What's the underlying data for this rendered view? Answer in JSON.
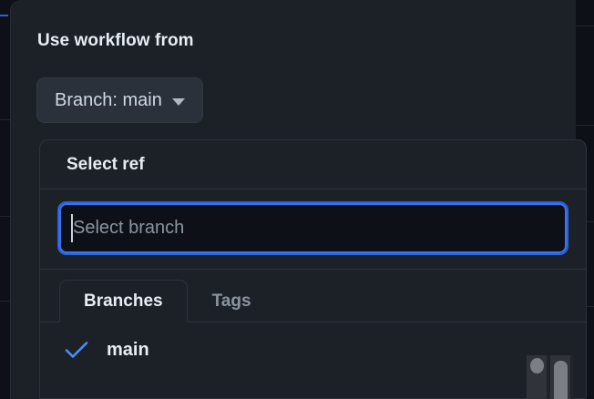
{
  "dialog": {
    "heading": "Use workflow from",
    "branch_button": {
      "label": "Branch: main",
      "caret_icon": "chevron-down-icon"
    }
  },
  "select_ref_popover": {
    "title": "Select ref",
    "search": {
      "value": "",
      "placeholder": "Select branch",
      "caret_visible": true
    },
    "tabs": [
      {
        "label": "Branches",
        "active": true
      },
      {
        "label": "Tags",
        "active": false
      }
    ],
    "refs": [
      {
        "label": "main",
        "selected": true,
        "check_icon": "check-icon"
      }
    ]
  },
  "scrollbars": {
    "vertical_thumb_icon": "scrollbar-thumb",
    "circle_thumb_icon": "scrollbar-thumb-circle"
  },
  "colors": {
    "dialog_bg": "#1c2128",
    "page_bg": "#0d1117",
    "border": "#2c333d",
    "button_bg": "#2b313a",
    "text_primary": "#e6edf3",
    "text_muted": "#8b949e",
    "accent_focus": "#3a74f0",
    "accent_check": "#4c8df6"
  }
}
